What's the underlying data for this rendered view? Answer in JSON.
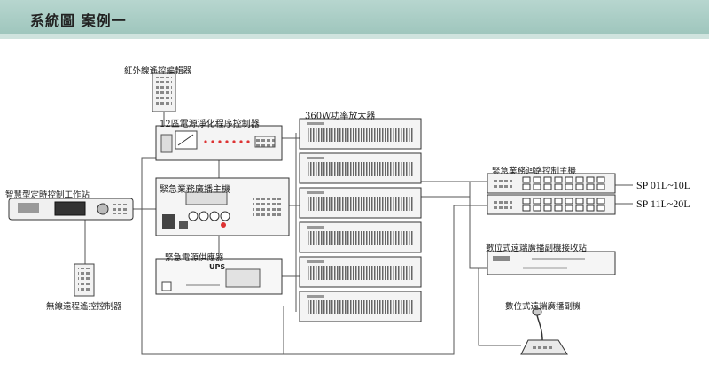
{
  "header": {
    "title": "系統圖  案例一"
  },
  "labels": {
    "ir_programmer": "紅外線遙控編輯器",
    "power_sequencer": "12區電源淨化程序控制器",
    "amplifier": "360W功率放大器",
    "workstation": "智慧型定時控制工作站",
    "emergency_host": "緊急業務廣播主機",
    "zone_controller": "緊急業務迴路控制主機",
    "sp1": "SP 01L~10L",
    "sp2": "SP 11L~20L",
    "power_supply": "緊急電源供應器",
    "remote_receiver": "數位式遠端廣播副機接收站",
    "wireless_remote": "無線遠程遙控控制器",
    "remote_mic": "數位式遠端廣播副機",
    "ups_text": "UPS"
  }
}
